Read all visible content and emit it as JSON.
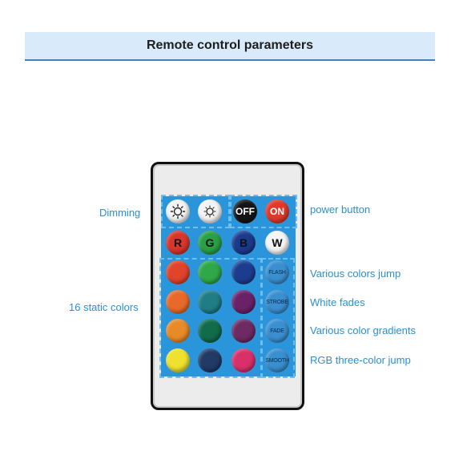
{
  "title": "Remote control parameters",
  "labels": {
    "dimming": "Dimming",
    "static_colors": "16 static colors",
    "power": "power button",
    "flash": "Various colors jump",
    "strobe": "White fades",
    "fade": "Various color gradients",
    "smooth": "RGB three-color jump"
  },
  "buttons": {
    "off": "OFF",
    "on": "ON",
    "r": "R",
    "g": "G",
    "b": "B",
    "w": "W",
    "flash": "FLASH",
    "strobe": "STROBE",
    "fade": "FADE",
    "smooth": "SMOOTH"
  },
  "colors": {
    "accent_text": "#2a8fd4",
    "panel_blue": "#2b95dc",
    "grid": [
      [
        "#e0442b",
        "#2fa84a",
        "#1c3d8f"
      ],
      [
        "#e86a2a",
        "#1f7d86",
        "#6a2168"
      ],
      [
        "#e78a28",
        "#116c4c",
        "#6e2a62"
      ],
      [
        "#efe12e",
        "#213a66",
        "#d8316a"
      ]
    ]
  }
}
